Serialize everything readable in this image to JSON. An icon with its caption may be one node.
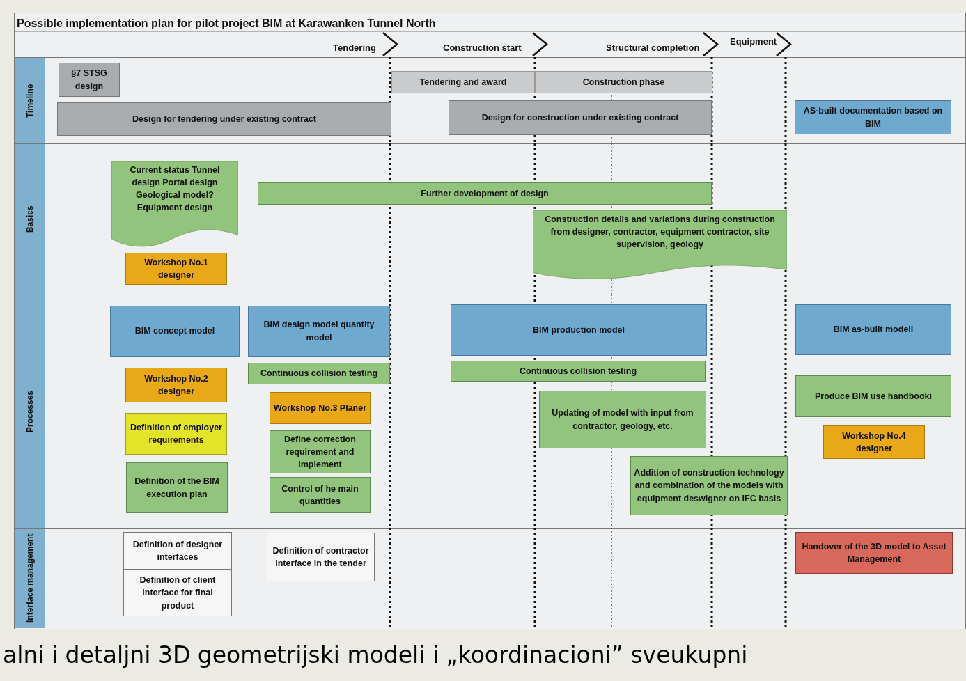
{
  "diagram": {
    "title": "Possible implementation plan for pilot project BIM at Karawanken Tunnel North",
    "nodes": [
      {
        "text": [
          "Timeline"
        ]
      },
      {
        "text": [
          "§7 STSG design"
        ],
        "in": 0
      },
      {
        "text": [
          "Design for tendering under existing contract"
        ],
        "in": 0
      },
      {
        "text": [
          "Tendering and award"
        ],
        "in": 0
      },
      {
        "text": [
          "Construction phase"
        ],
        "in": 0
      },
      {
        "text": [
          "Design for construction under existing contract"
        ],
        "in": 0
      },
      {
        "text": [
          "AS-built documentation based on BIM"
        ],
        "in": 0
      },
      {
        "text": [
          "Basics"
        ]
      },
      {
        "text": [
          "Current status Tunnel design Portal design Geological model? Equipment design"
        ],
        "in": 7
      },
      {
        "text": [
          "Workshop No.1 designer"
        ],
        "in": 7
      },
      {
        "text": [
          "Further development of design"
        ],
        "in": 7
      },
      {
        "text": [
          "Construction details and variations during construction from designer, contractor, equipment contractor, site supervision, geology"
        ],
        "in": 7
      },
      {
        "text": [
          "Processes"
        ]
      },
      {
        "text": [
          "BIM concept model"
        ],
        "in": 12
      },
      {
        "text": [
          "BIM design model quantity model"
        ],
        "in": 12
      },
      {
        "text": [
          "Workshop No.2 designer"
        ],
        "in": 12
      },
      {
        "text": [
          "Definition of employer requirements"
        ],
        "in": 12
      },
      {
        "text": [
          "Definition of the BIM execution plan"
        ],
        "in": 12
      },
      {
        "text": [
          "Continuous collision testing"
        ],
        "in": 12
      },
      {
        "text": [
          "Workshop No.3 Planer"
        ],
        "in": 12
      },
      {
        "text": [
          "Define correction requirement and implement"
        ],
        "in": 12
      },
      {
        "text": [
          "Control of he main quantities"
        ],
        "in": 12
      },
      {
        "text": [
          "BIM production model"
        ],
        "in": 12
      },
      {
        "text": [
          "Continuous collision testing"
        ],
        "in": 12
      },
      {
        "text": [
          "Updating of model with input from contractor, geology, etc."
        ],
        "in": 12
      },
      {
        "text": [
          "Addition of construction technology and combination of the models with equipment deswigner on IFC basis"
        ],
        "in": 12
      },
      {
        "text": [
          "BIM as-built modell"
        ],
        "in": 12
      },
      {
        "text": [
          "Produce BIM use handbooki"
        ],
        "in": 12
      },
      {
        "text": [
          "Workshop No.4 designer"
        ],
        "in": 12
      },
      {
        "text": [
          "Interface management"
        ]
      },
      {
        "text": [
          "Definition of designer interfaces"
        ],
        "in": 29
      },
      {
        "text": [
          "Definition of client interface for final product"
        ],
        "in": 29
      },
      {
        "text": [
          "Definition of contractor interface in the tender"
        ],
        "in": 29
      },
      {
        "text": [
          "Handover of the 3D model to Asset Management"
        ],
        "in": 29
      }
    ],
    "labels": [
      "Tendering",
      "Construction start",
      "Structural completion",
      "Equipment",
      "alni i detaljni 3D geometrijski modeli i „koordinacioni” sveukupni"
    ]
  }
}
